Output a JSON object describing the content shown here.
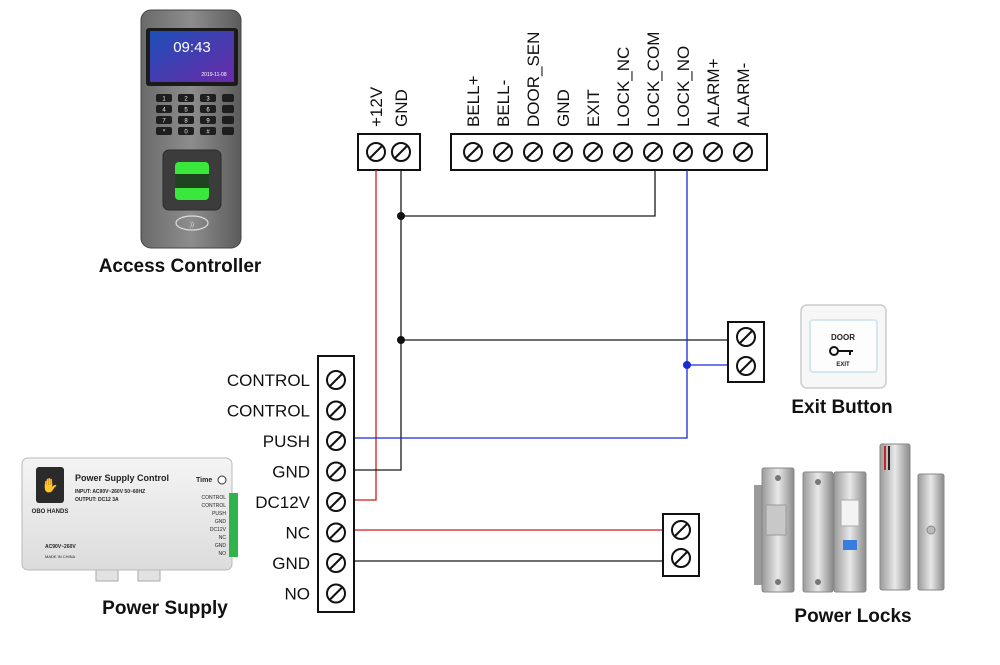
{
  "devices": {
    "access_controller": {
      "label": "Access Controller",
      "screen_time": "09:43",
      "screen_date": "2019-11-08",
      "keys": [
        "1",
        "2",
        "3",
        "4",
        "5",
        "6",
        "7",
        "8",
        "9",
        "*",
        "0",
        "#"
      ]
    },
    "exit_button": {
      "label": "Exit Button",
      "plate_top": "DOOR",
      "plate_bottom": "EXIT"
    },
    "power_supply": {
      "label": "Power Supply",
      "panel_title": "Power Supply Control",
      "time_text": "Time",
      "input_text": "INPUT:  AC90V~260V 50~60HZ",
      "output_text": "OUTPUT:  DC12  3A",
      "brand": "OBO HANDS",
      "voltage_note": "AC90V~260V",
      "made_in": "MADE IN CHINA",
      "mini_terminals": [
        "CONTROL",
        "CONTROL",
        "PUSH",
        "GND",
        "DC12V",
        "NC",
        "GND",
        "NO"
      ]
    },
    "power_locks": {
      "label": "Power Locks"
    }
  },
  "terminals": {
    "controller_power": [
      "+12V",
      "GND"
    ],
    "controller_signal": [
      "BELL+",
      "BELL-",
      "DOOR_SEN",
      "GND",
      "EXIT",
      "LOCK_NC",
      "LOCK_COM",
      "LOCK_NO",
      "ALARM+",
      "ALARM-"
    ],
    "power_supply": [
      "CONTROL",
      "CONTROL",
      "PUSH",
      "GND",
      "DC12V",
      "NC",
      "GND",
      "NO"
    ]
  },
  "wire_colors": {
    "red": "#d11a1a",
    "blue": "#1a2bd6",
    "black": "#1a1a1a"
  }
}
